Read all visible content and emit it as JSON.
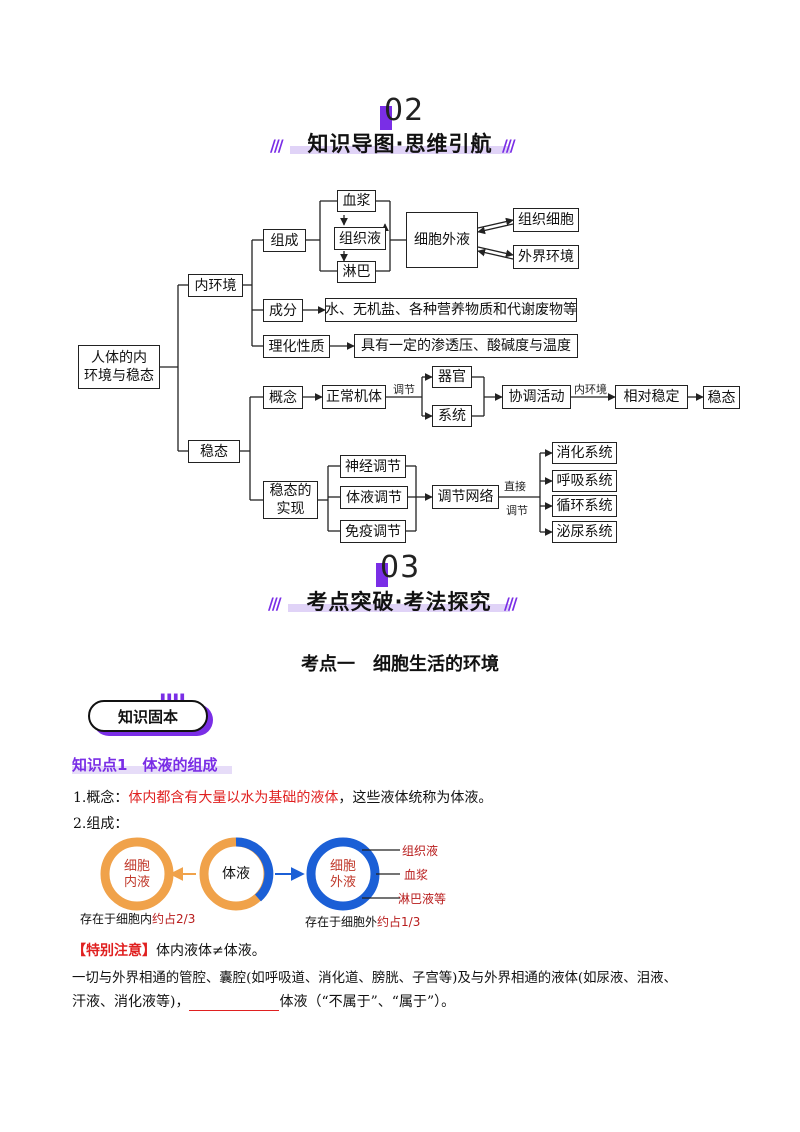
{
  "section2": {
    "number": "02",
    "title": "知识导图·思维引航"
  },
  "mindmap": {
    "root": "人体的内\n环境与稳态",
    "neihuanjing": "内环境",
    "wentai": "稳态",
    "zucheng": "组成",
    "chengfen": "成分",
    "lihua": "理化性质",
    "xuejiang": "血浆",
    "zuzhiye": "组织液",
    "linba": "淋巴",
    "xibaowaiye": "细胞外液",
    "zuzhixibao": "组织细胞",
    "waijiehuanjing": "外界环境",
    "chengfen_detail": "水、无机盐、各种营养物质和代谢废物等",
    "lihua_detail": "具有一定的渗透压、酸碱度与温度",
    "gainian": "概念",
    "zhengchang": "正常机体",
    "tiaojie_label": "调节",
    "qiguan": "器官",
    "xitong": "系统",
    "xietiao": "协调活动",
    "neihuanjing_label": "内环境",
    "xiangdui": "相对稳定",
    "wentai2": "稳态",
    "shixian": "稳态的\n实现",
    "shenjing": "神经调节",
    "tiye": "体液调节",
    "mianyi": "免疫调节",
    "wangluo": "调节网络",
    "zhijie_label": "直接",
    "tiaojie_label2": "调节",
    "xiaohua": "消化系统",
    "huxi": "呼吸系统",
    "xunhuan": "循环系统",
    "miniao": "泌尿系统"
  },
  "section3": {
    "number": "03",
    "title": "考点突破·考法探究"
  },
  "kaodian": "考点一　细胞生活的环境",
  "badge": "知识固本",
  "point1": "知识点1　体液的组成",
  "concept": {
    "prefix": "1.概念：",
    "red": "体内都含有大量以水为基础的液体",
    "suffix": "，这些液体统称为体液。"
  },
  "composition": "2.组成：",
  "diagram": {
    "left_circle": "细胞\n内液",
    "middle_circle": "体液",
    "right_circle": "细胞\n外液",
    "left_caption_a": "存在于细胞内",
    "left_caption_b": "约占2/3",
    "right_caption_a": "存在于细胞外",
    "right_caption_b": "约占1/3",
    "branch1": "组织液",
    "branch2": "血浆",
    "branch3": "淋巴液等",
    "colors": {
      "orange": "#f0a24a",
      "blue": "#1b5fd6",
      "purple": "#7a2ee6"
    }
  },
  "note": {
    "label": "【特别注意】",
    "text": "体内液体≠体液。",
    "line2": "一切与外界相通的管腔、囊腔(如呼吸道、消化道、膀胱、子宫等)及与外界相通的液体(如尿液、泪液、",
    "line3a": "汗液、消化液等)，",
    "line3b": "体液（“不属于”、“属于”）。"
  }
}
